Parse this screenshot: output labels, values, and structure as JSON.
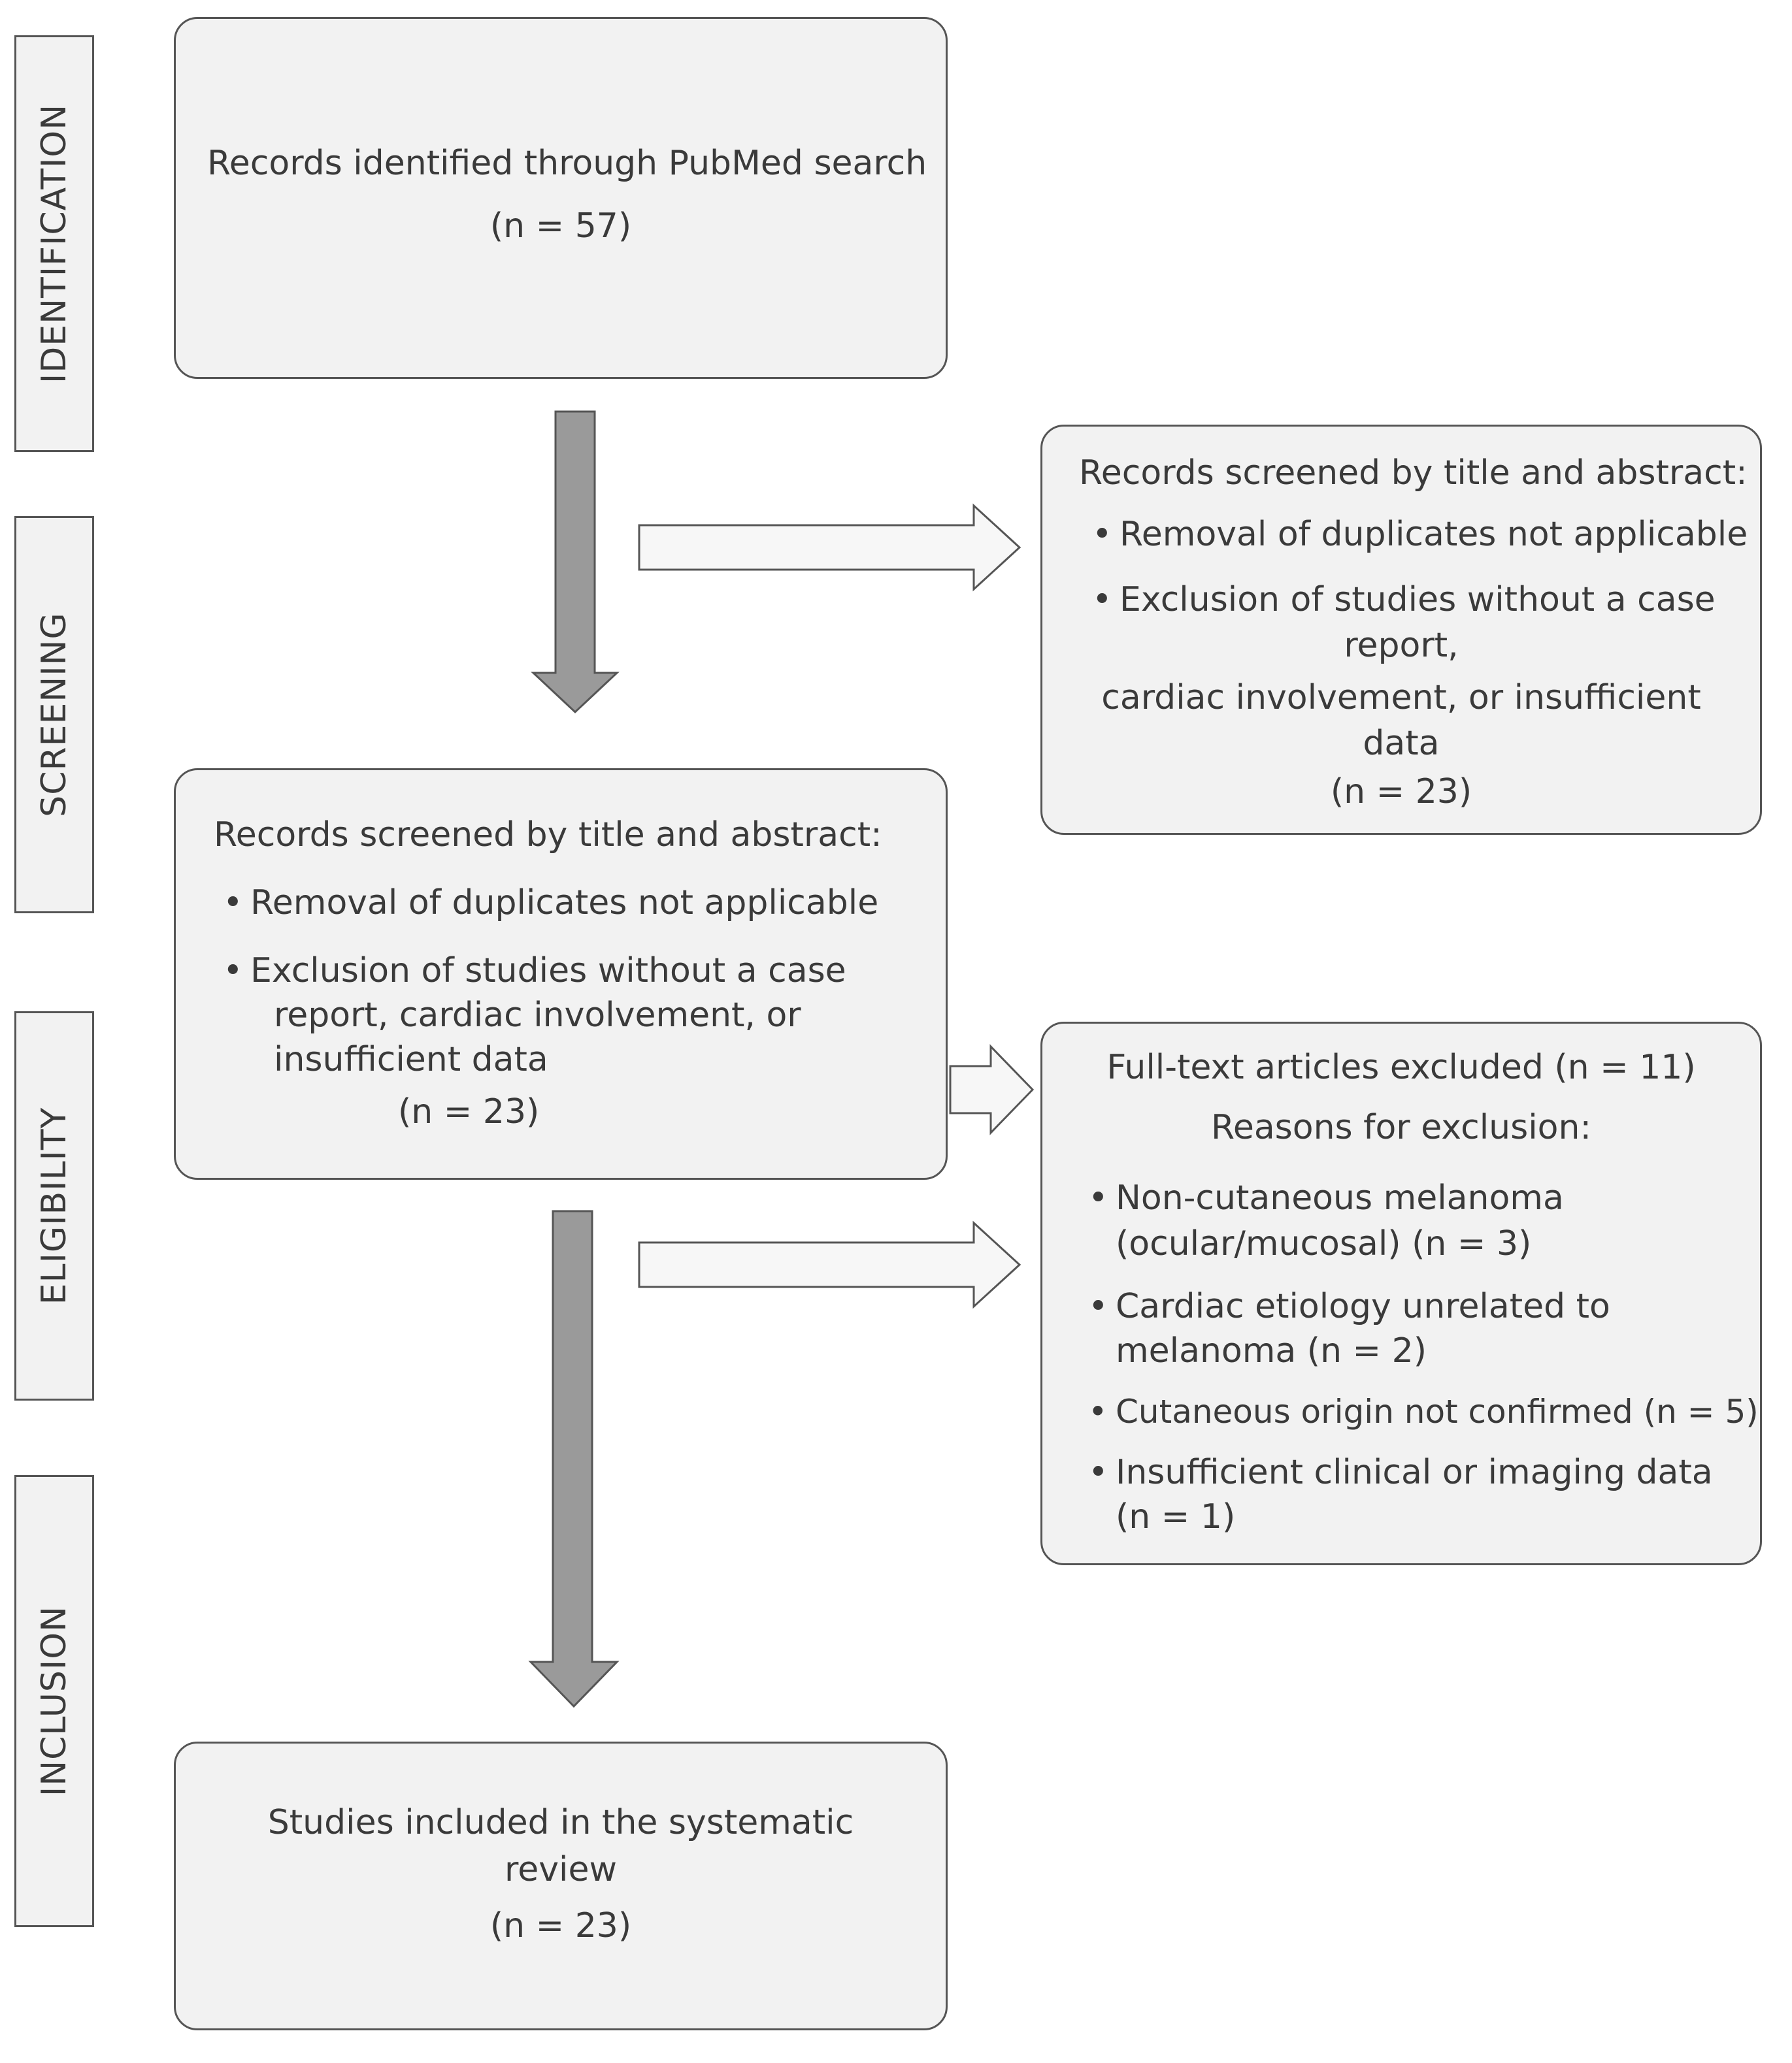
{
  "stages": {
    "identification": "IDENTIFICATION",
    "screening": "SCREENING",
    "eligibility": "ELIGIBILITY",
    "inclusion": "INCLUSION"
  },
  "identified": {
    "title": "Records identified through PubMed search",
    "count": "(n = 57)"
  },
  "screened_right": {
    "title": "Records screened by title and abstract:",
    "bullet1": "Removal of duplicates not applicable",
    "bullet2_line1": "Exclusion of studies without a case",
    "bullet2_line2": "report,",
    "bullet2_line3": "cardiac involvement, or insufficient",
    "bullet2_line4": "data",
    "count": "(n = 23)"
  },
  "screened_main": {
    "title": "Records screened by title and abstract:",
    "bullet1": "Removal of duplicates not applicable",
    "bullet2_line1": "Exclusion of studies without a case",
    "bullet2_line2": "report, cardiac involvement, or",
    "bullet2_line3": "insufficient data",
    "count": "(n = 23)"
  },
  "excluded": {
    "title": "Full-text articles excluded (n = 11)",
    "subtitle": "Reasons for exclusion:",
    "r1_line1": "Non-cutaneous melanoma",
    "r1_line2": "(ocular/mucosal) (n = 3)",
    "r2_line1": "Cardiac etiology unrelated to",
    "r2_line2": "melanoma (n = 2)",
    "r3_line1": "Cutaneous origin not confirmed (n = 5)",
    "r4_line1": "Insufficient clinical or imaging data",
    "r4_line2": "(n = 1)"
  },
  "included": {
    "title_line1": "Studies included in the systematic",
    "title_line2": "review",
    "count": "(n = 23)"
  },
  "colors": {
    "box_fill": "#f2f2f2",
    "border": "#555555",
    "arrow_down_fill": "#9a9a9a",
    "arrow_right_fill": "#f7f7f7"
  }
}
